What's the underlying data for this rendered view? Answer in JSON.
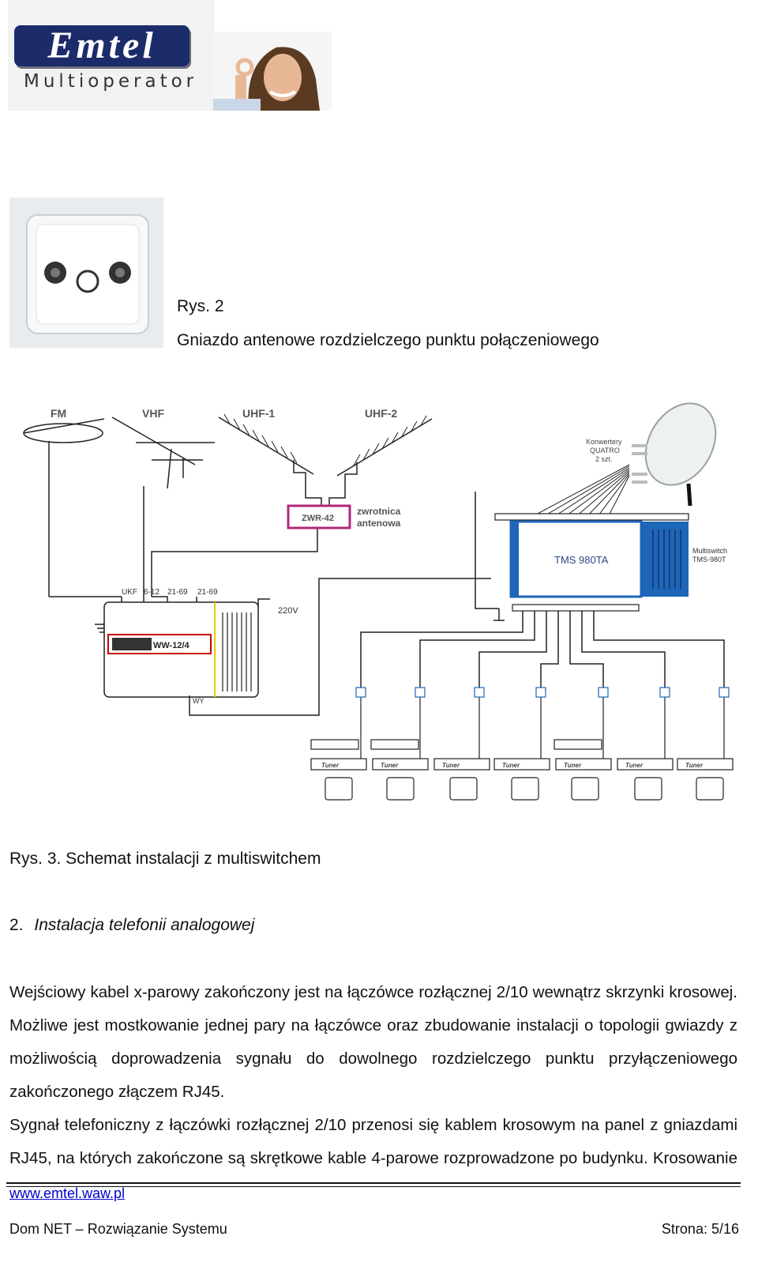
{
  "header": {
    "logo_text": "Emtel",
    "logo_sub": "Multioperator"
  },
  "figure2": {
    "label": "Rys. 2",
    "caption": "Gniazdo antenowe rozdzielczego punktu połączeniowego"
  },
  "figure3": {
    "labels": {
      "fm": "FM",
      "vhf": "VHF",
      "uhf1": "UHF-1",
      "uhf2": "UHF-2",
      "zwr": "ZWR-42",
      "zwrotnica1": "zwrotnica",
      "zwrotnica2": "antenowa",
      "konwertery1": "Konwertery",
      "konwertery2": "QUATRO",
      "konwertery3": "2 szt.",
      "tms": "TMS 980TA",
      "multiswitch1": "Multiswitch",
      "multiswitch2": "TMS-980T",
      "ukf": "UKF",
      "ch1": "6-12",
      "ch2": "21-69",
      "ch3": "21-69",
      "power": "220V",
      "amp": "WW-12/4",
      "out": "WY",
      "tuner": "Tuner"
    },
    "caption": "Rys. 3. Schemat instalacji z multiswitchem"
  },
  "section": {
    "number": "2.",
    "title": "Instalacja telefonii analogowej"
  },
  "paragraphs": [
    "Wejściowy kabel x-parowy zakończony jest na łączówce rozłącznej 2/10 wewnątrz skrzynki krosowej.",
    "Możliwe jest mostkowanie jednej pary na łączówce oraz zbudowanie instalacji o topologii gwiazdy z możliwością doprowadzenia sygnału do dowolnego rozdzielczego punktu przyłączeniowego zakończonego złączem RJ45.",
    "Sygnał telefoniczny z łączówki rozłącznej 2/10 przenosi się kablem krosowym na panel z gniazdami RJ45, na których zakończone są skrętkowe kable 4-parowe rozprowadzone po budynku. Krosowanie"
  ],
  "footer": {
    "link": "www.emtel.waw.pl",
    "left": "Dom NET – Rozwiązanie Systemu",
    "right": "Strona: 5/16"
  }
}
